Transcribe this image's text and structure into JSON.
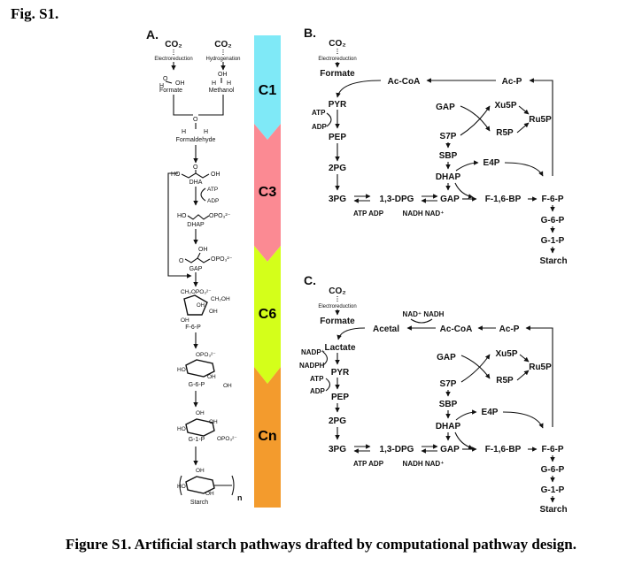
{
  "figure_label": "Fig. S1.",
  "caption": "Figure S1. Artificial starch pathways drafted by computational pathway design.",
  "colors": {
    "c1": "#7fe9f7",
    "c3": "#fb8a93",
    "c6": "#d4ff1a",
    "cn": "#f39b2d"
  },
  "bar": {
    "c1": "C1",
    "c3": "C3",
    "c6": "C6",
    "cn": "Cn"
  },
  "panel_a": {
    "letter": "A.",
    "co2_left": "CO₂",
    "co2_right": "CO₂",
    "step_left": "Electroreduction",
    "step_right": "Hydrogenation",
    "formate": "Formate",
    "methanol": "Methanol",
    "formaldehyde": "Formaldehyde",
    "dha": "DHA",
    "atp": "ATP",
    "adp": "ADP",
    "dhap": "DHAP",
    "gap": "GAP",
    "f6p": "F-6-P",
    "g6p": "G-6-P",
    "g1p": "G-1-P",
    "starch": "Starch",
    "n": "n"
  },
  "panel_b": {
    "letter": "B.",
    "co2": "CO₂",
    "electro": "Electroreduction",
    "formate": "Formate",
    "acoa": "Ac-CoA",
    "acp": "Ac-P",
    "atp": "ATP",
    "adp": "ADP",
    "pyr": "PYR",
    "pep": "PEP",
    "pg2": "2PG",
    "pg3": "3PG",
    "dpg": "1,3-DPG",
    "gap_low": "GAP",
    "atp_adp": "ATP ADP",
    "nadh": "NADH NAD⁺",
    "gap_cyc": "GAP",
    "s7p": "S7P",
    "xu5p": "Xu5P",
    "r5p": "R5P",
    "ru5p": "Ru5P",
    "sbp": "SBP",
    "e4p": "E4P",
    "dhap": "DHAP",
    "f16bp": "F-1,6-BP",
    "f6p": "F-6-P",
    "g6p": "G-6-P",
    "g1p": "G-1-P",
    "starch": "Starch"
  },
  "panel_c": {
    "letter": "C.",
    "co2": "CO₂",
    "electro": "Electroreduction",
    "formate": "Formate",
    "nad_nadh": "NAD⁺ NADH",
    "acetal": "Acetal",
    "acoa": "Ac-CoA",
    "acp": "Ac-P",
    "nadp_plus": "NADP⁺",
    "lactate": "Lactate",
    "nadph": "NADPH",
    "pyr": "PYR",
    "atp": "ATP",
    "adp": "ADP",
    "pep": "PEP",
    "pg2": "2PG",
    "pg3": "3PG",
    "dpg": "1,3-DPG",
    "gap_low": "GAP",
    "atp_adp": "ATP ADP",
    "nadh": "NADH NAD⁺",
    "gap_cyc": "GAP",
    "s7p": "S7P",
    "xu5p": "Xu5P",
    "r5p": "R5P",
    "ru5p": "Ru5P",
    "sbp": "SBP",
    "e4p": "E4P",
    "dhap": "DHAP",
    "f16bp": "F-1,6-BP",
    "f6p": "F-6-P",
    "g6p": "G-6-P",
    "g1p": "G-1-P",
    "starch": "Starch"
  }
}
